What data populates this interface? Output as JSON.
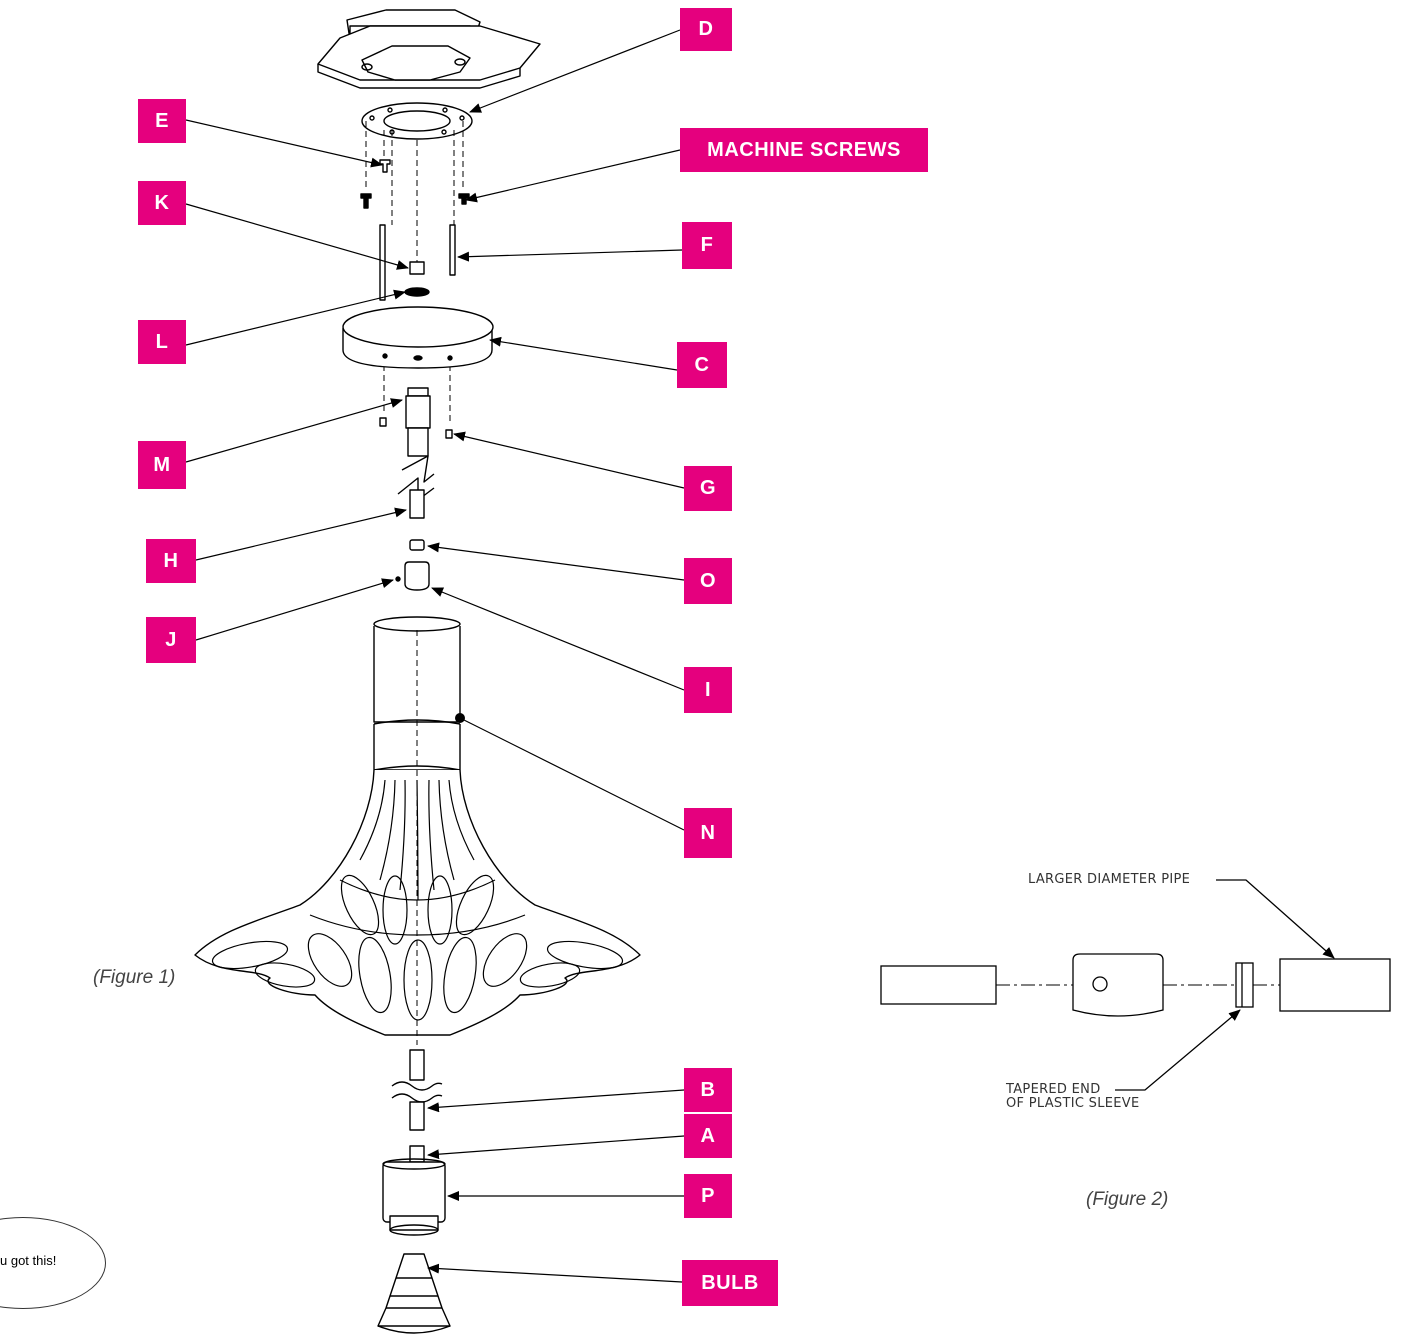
{
  "figure1": {
    "caption": "(Figure 1)",
    "labels": {
      "D": "D",
      "E": "E",
      "machine_screws": "MACHINE SCREWS",
      "K": "K",
      "F": "F",
      "L": "L",
      "C": "C",
      "M": "M",
      "G": "G",
      "H": "H",
      "O": "O",
      "J": "J",
      "I": "I",
      "N": "N",
      "B": "B",
      "A": "A",
      "P": "P",
      "bulb": "BULB"
    }
  },
  "figure2": {
    "caption": "(Figure 2)",
    "pipe_label": "LARGER DIAMETER PIPE",
    "sleeve_label_line1": "TAPERED END",
    "sleeve_label_line2": "OF PLASTIC SLEEVE"
  },
  "speech_bubble": {
    "text": "u got this!"
  },
  "colors": {
    "label_background": "#e5007e",
    "label_text": "#ffffff",
    "line": "#000000"
  }
}
